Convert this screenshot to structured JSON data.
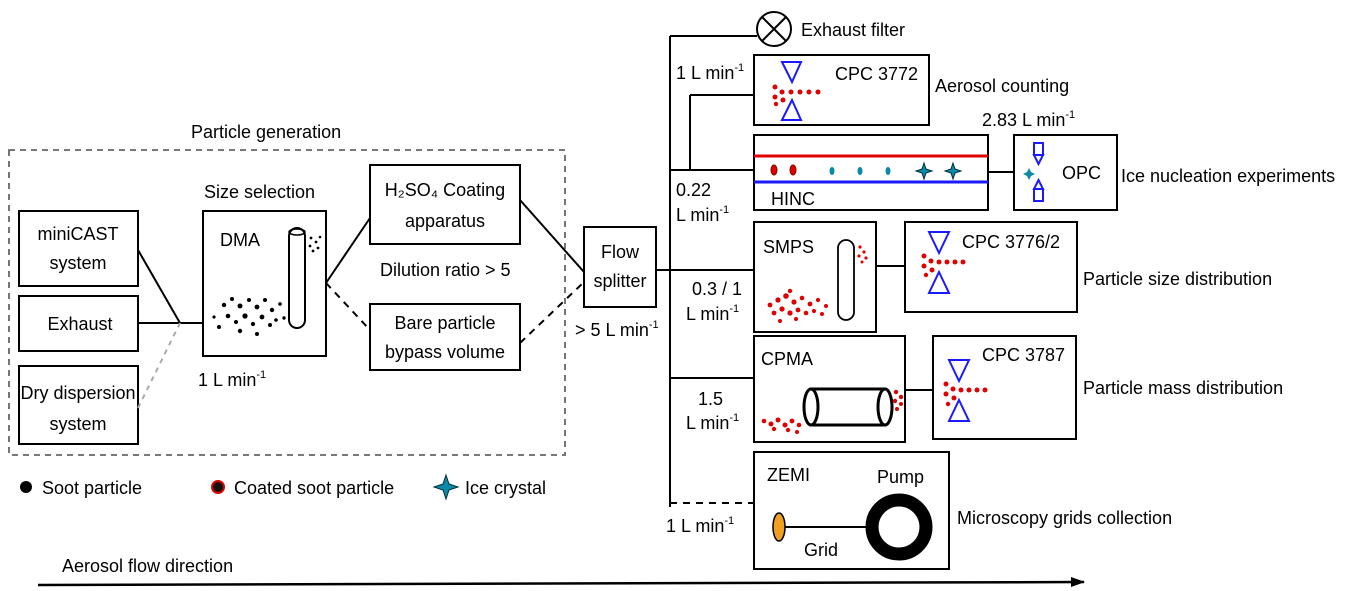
{
  "group_title": "Particle generation",
  "sources": {
    "minicast_line1": "miniCAST",
    "minicast_line2": "system",
    "exhaust": "Exhaust",
    "dry_line1": "Dry dispersion",
    "dry_line2": "system"
  },
  "size_selection": {
    "title": "Size selection",
    "dma": "DMA",
    "flow": "1 L min",
    "flow_exp": "-1"
  },
  "coating": {
    "line1": "H₂SO₄ Coating",
    "line2": "apparatus",
    "dilution": "Dilution ratio > 5"
  },
  "bypass": {
    "line1": "Bare particle",
    "line2": "bypass volume"
  },
  "splitter": {
    "line1": "Flow",
    "line2": "splitter",
    "flow": "> 5 L min",
    "flow_exp": "-1"
  },
  "branches": {
    "exhaust_filter": "Exhaust filter",
    "cpc3772": {
      "flow": "1 L min",
      "flow_exp": "-1",
      "name": "CPC 3772",
      "purpose": "Aerosol counting"
    },
    "hinc": {
      "flow_line1": "0.22",
      "flow_line2": "L min",
      "flow_exp": "-1",
      "name": "HINC",
      "opc": "OPC",
      "opc_flow": "2.83 L min",
      "opc_flow_exp": "-1",
      "purpose": "Ice nucleation experiments"
    },
    "smps": {
      "flow_line1": "0.3 / 1",
      "flow_line2": "L min",
      "flow_exp": "-1",
      "name": "SMPS",
      "cpc": "CPC 3776/2",
      "purpose": "Particle size distribution"
    },
    "cpma": {
      "flow_line1": "1.5",
      "flow_line2": "L min",
      "flow_exp": "-1",
      "name": "CPMA",
      "cpc": "CPC 3787",
      "purpose": "Particle mass distribution"
    },
    "zemi": {
      "flow": "1 L min",
      "flow_exp": "-1",
      "name": "ZEMI",
      "pump": "Pump",
      "grid": "Grid",
      "purpose": "Microscopy grids collection"
    }
  },
  "legend": {
    "soot": "Soot particle",
    "coated": "Coated soot particle",
    "ice": "Ice crystal"
  },
  "flow_direction": "Aerosol flow direction",
  "colors": {
    "coating_red": "#e00000",
    "cpc_blue": "#1a1aff",
    "hinc_top": "#e00000",
    "hinc_bottom": "#1a1aff",
    "ice_teal": "#0a8aa8",
    "grid_orange": "#f0a020"
  }
}
